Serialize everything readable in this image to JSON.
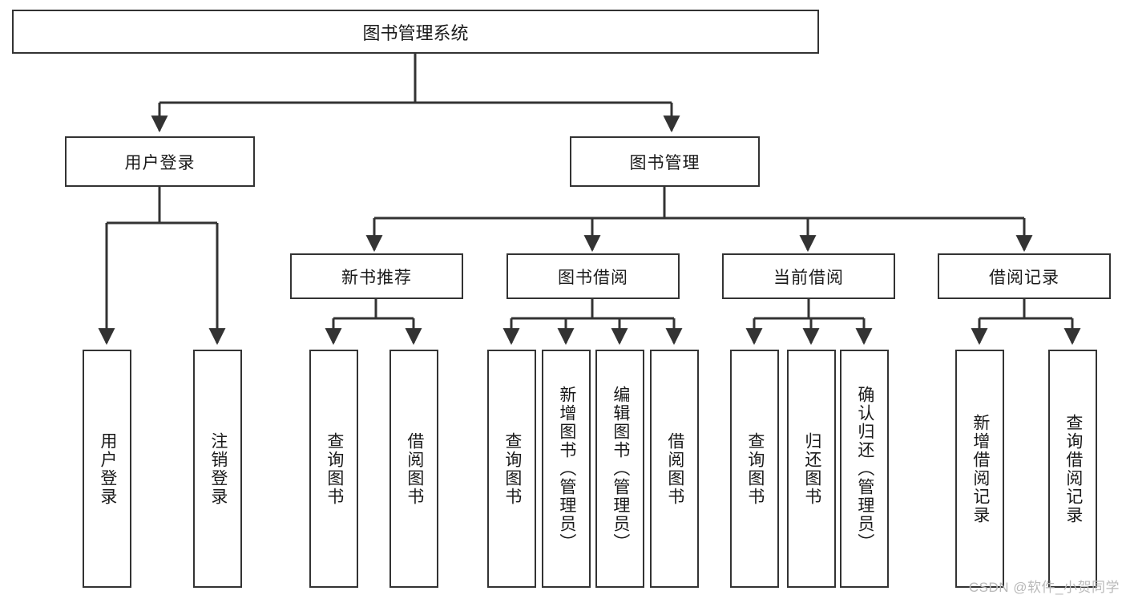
{
  "diagram": {
    "title": "图书管理系统",
    "watermark": "CSDN @软件_小贺同学",
    "edge_color": "#333333",
    "box_border_color": "#333333",
    "background": "#ffffff",
    "nodes": {
      "root": {
        "label": "图书管理系统"
      },
      "level2": [
        {
          "key": "user-login",
          "label": "用户登录"
        },
        {
          "key": "book-management",
          "label": "图书管理"
        }
      ],
      "level3": [
        {
          "key": "new-book-recommend",
          "label": "新书推荐"
        },
        {
          "key": "book-borrow",
          "label": "图书借阅"
        },
        {
          "key": "current-borrow",
          "label": "当前借阅"
        },
        {
          "key": "borrow-record",
          "label": "借阅记录"
        }
      ],
      "leaves": [
        {
          "key": "leaf-user-login",
          "label": "用户登录"
        },
        {
          "key": "leaf-logout-login",
          "label": "注销登录"
        },
        {
          "key": "leaf-query-book-1",
          "label": "查询图书"
        },
        {
          "key": "leaf-borrow-book-1",
          "label": "借阅图书"
        },
        {
          "key": "leaf-query-book-2",
          "label": "查询图书"
        },
        {
          "key": "leaf-add-book-admin",
          "label": "新增图书（管理员）"
        },
        {
          "key": "leaf-edit-book-admin",
          "label": "编辑图书（管理员）"
        },
        {
          "key": "leaf-borrow-book-2",
          "label": "借阅图书"
        },
        {
          "key": "leaf-query-book-3",
          "label": "查询图书"
        },
        {
          "key": "leaf-return-book",
          "label": "归还图书"
        },
        {
          "key": "leaf-confirm-return-admin",
          "label": "确认归还（管理员）"
        },
        {
          "key": "leaf-add-borrow-record",
          "label": "新增借阅记录"
        },
        {
          "key": "leaf-query-borrow-record",
          "label": "查询借阅记录"
        }
      ]
    }
  }
}
